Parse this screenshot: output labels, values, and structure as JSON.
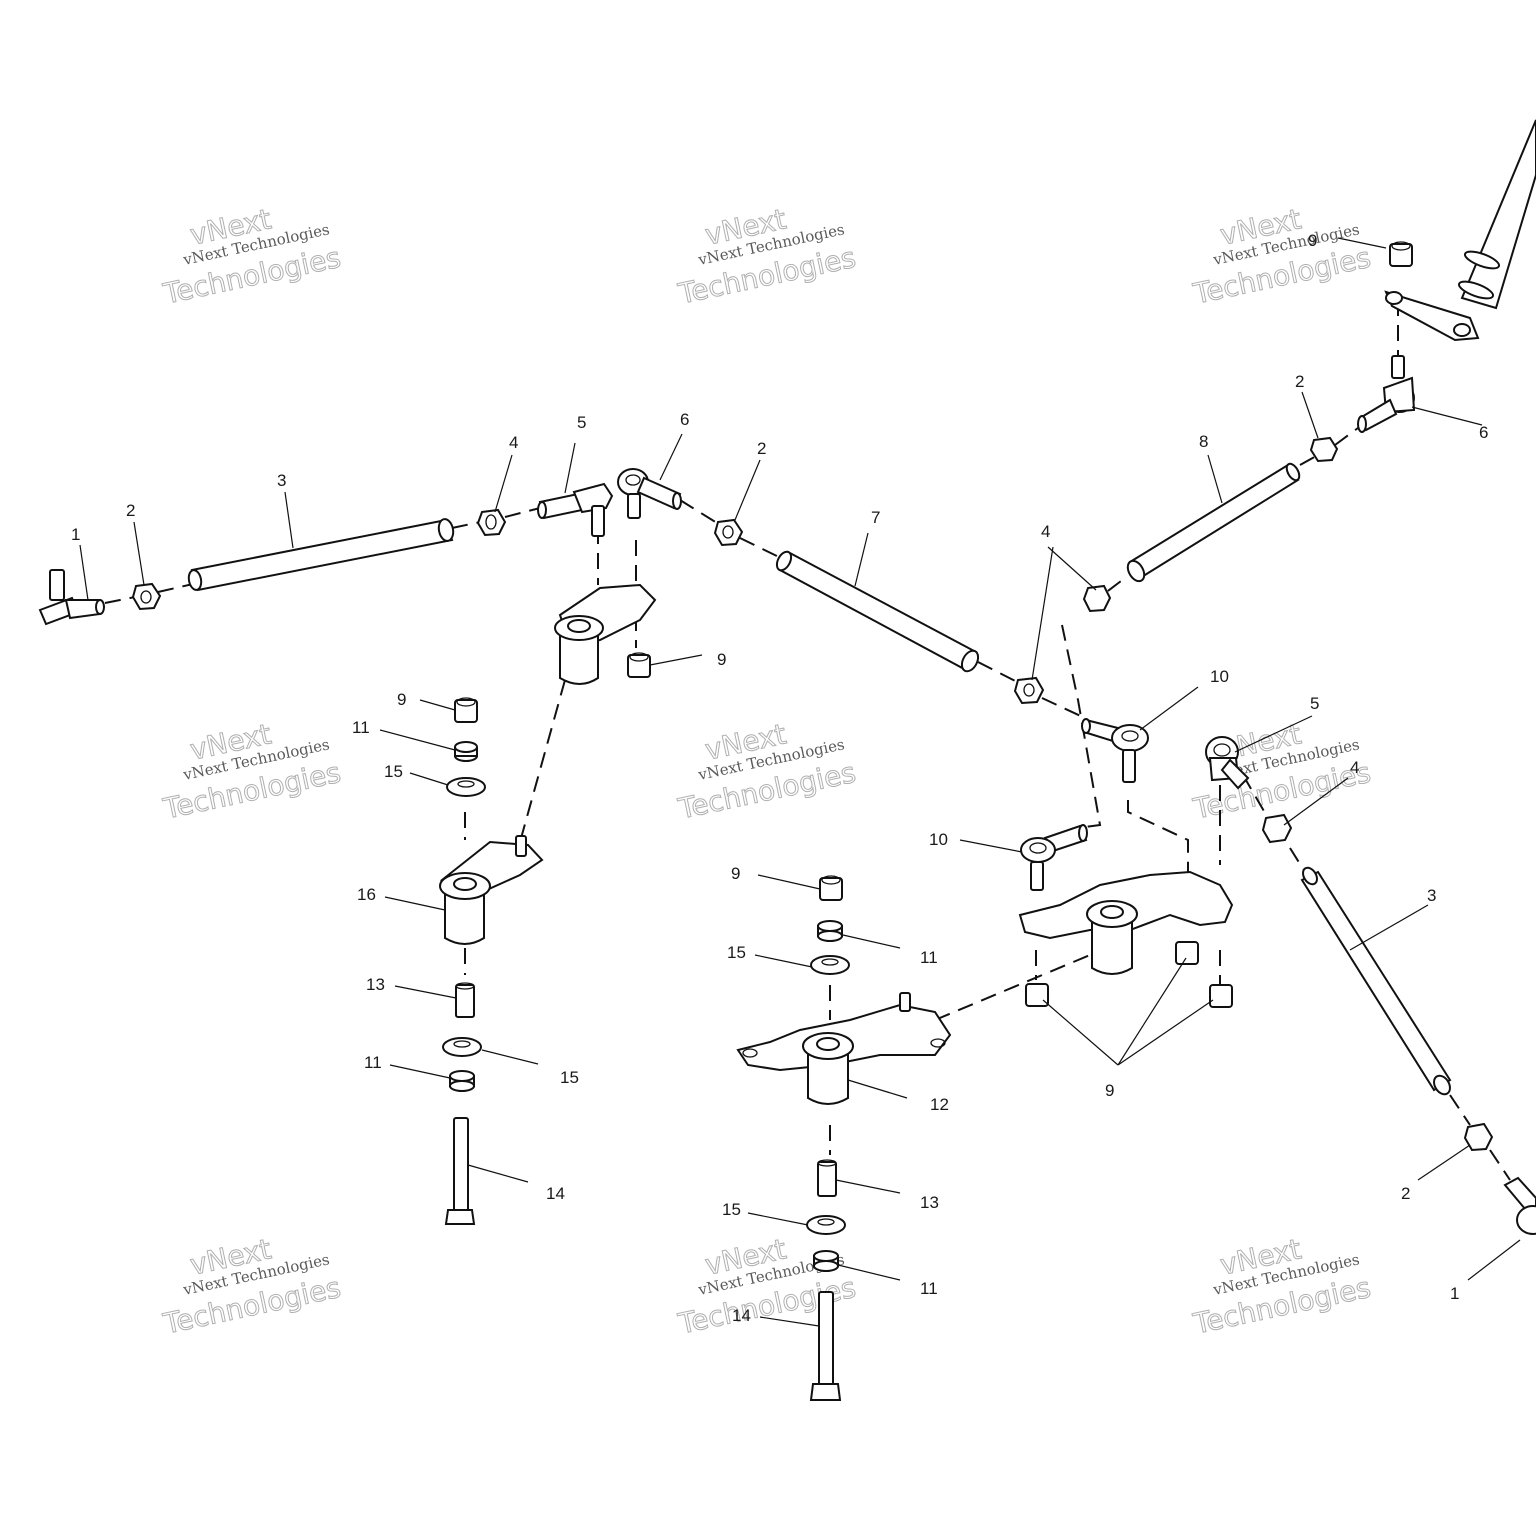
{
  "watermark": {
    "line1": "vNext",
    "line2": "vNext Technologies",
    "line3": "Technologies"
  },
  "callouts": [
    {
      "id": "c1a",
      "text": "1"
    },
    {
      "id": "c2a",
      "text": "2"
    },
    {
      "id": "c3a",
      "text": "3"
    },
    {
      "id": "c4a",
      "text": "4"
    },
    {
      "id": "c5a",
      "text": "5"
    },
    {
      "id": "c6a",
      "text": "6"
    },
    {
      "id": "c2b",
      "text": "2"
    },
    {
      "id": "c7",
      "text": "7"
    },
    {
      "id": "c9a",
      "text": "9"
    },
    {
      "id": "c9b",
      "text": "9"
    },
    {
      "id": "c11a",
      "text": "11"
    },
    {
      "id": "c15a",
      "text": "15"
    },
    {
      "id": "c16",
      "text": "16"
    },
    {
      "id": "c13a",
      "text": "13"
    },
    {
      "id": "c11b",
      "text": "11"
    },
    {
      "id": "c15b",
      "text": "15"
    },
    {
      "id": "c14a",
      "text": "14"
    },
    {
      "id": "c9c",
      "text": "9"
    },
    {
      "id": "c11c",
      "text": "11"
    },
    {
      "id": "c15c",
      "text": "15"
    },
    {
      "id": "c12",
      "text": "12"
    },
    {
      "id": "c13b",
      "text": "13"
    },
    {
      "id": "c15d",
      "text": "15"
    },
    {
      "id": "c11d",
      "text": "11"
    },
    {
      "id": "c14b",
      "text": "14"
    },
    {
      "id": "c4b",
      "text": "4"
    },
    {
      "id": "c8",
      "text": "8"
    },
    {
      "id": "c2c",
      "text": "2"
    },
    {
      "id": "c6b",
      "text": "6"
    },
    {
      "id": "c9d",
      "text": "9"
    },
    {
      "id": "c10a",
      "text": "10"
    },
    {
      "id": "c10b",
      "text": "10"
    },
    {
      "id": "c9e",
      "text": "9"
    },
    {
      "id": "c5b",
      "text": "5"
    },
    {
      "id": "c4c",
      "text": "4"
    },
    {
      "id": "c3b",
      "text": "3"
    },
    {
      "id": "c2d",
      "text": "2"
    },
    {
      "id": "c1b",
      "text": "1"
    }
  ]
}
